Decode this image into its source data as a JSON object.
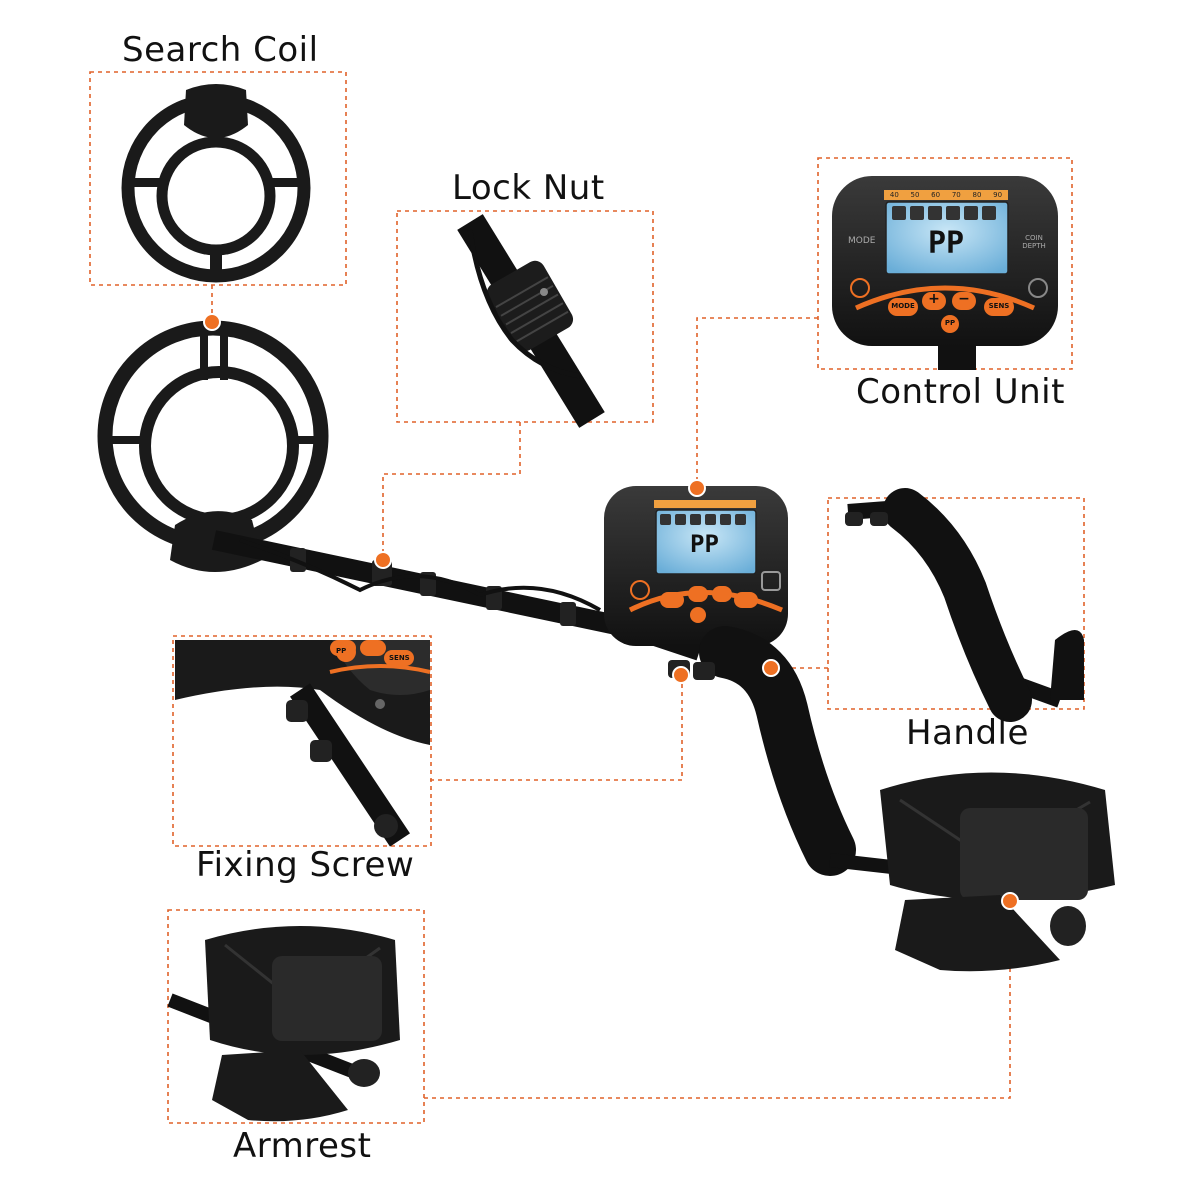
{
  "colors": {
    "accent": "#ee7023",
    "dash": "#e0622a",
    "device_body": "#1a1a1a",
    "lcd": "#8ec7e8",
    "foam": "#111111"
  },
  "callouts": {
    "search_coil": {
      "label": "Search Coil"
    },
    "lock_nut": {
      "label": "Lock Nut"
    },
    "control_unit": {
      "label": "Control Unit",
      "display": {
        "mode_text": "MODE",
        "depth_text": "COIN DEPTH",
        "lcd_readout": "PP",
        "scale": [
          "40",
          "50",
          "60",
          "70",
          "80",
          "90"
        ],
        "buttons": [
          "MODE",
          "+",
          "−",
          "SENS"
        ],
        "pp_button": "PP"
      }
    },
    "handle": {
      "label": "Handle"
    },
    "fixing_screw": {
      "label": "Fixing Screw",
      "visible_buttons": [
        "PP",
        "SENS"
      ]
    },
    "armrest": {
      "label": "Armrest"
    }
  }
}
